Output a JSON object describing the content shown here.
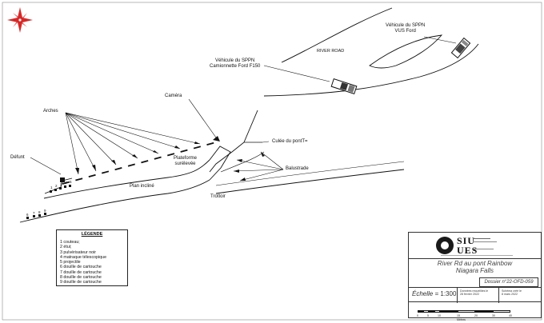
{
  "labels": {
    "suv_vehicle": [
      "Véhicule du SPPN",
      "VUS Ford"
    ],
    "road_name": "RIVER ROAD",
    "pickup_vehicle": [
      "Véhicule du SPPN",
      "Camionnette Ford F150"
    ],
    "camera": "Caméra",
    "arches": "Arches",
    "culee": "Culée du pont",
    "culee_mark": "T=",
    "defunt": "Défunt",
    "plateforme": [
      "Plateforme",
      "surélevée"
    ],
    "balustrade": "Balustrade",
    "plan_incline": "Plan incliné",
    "trottoir": "Trottoir"
  },
  "evidence_markers": [
    "1",
    "2",
    "3",
    "4",
    "5",
    "6",
    "7",
    "8",
    "9"
  ],
  "legend": {
    "title": "LÉGENDE",
    "items": [
      "1 couteau;",
      "2 étui;",
      "3 pulvérisateur noir",
      "4 matraque télescopique",
      "5 projectile",
      "6 douille de cartouche",
      "7 douille de cartouche",
      "8 douille de cartouche",
      "9 douille de cartouche"
    ]
  },
  "title_block": {
    "logo_line1": "SIU",
    "logo_line2": "UES",
    "title_line1": "River Rd au pont Rainbow",
    "title_line2": "Niagara Falls",
    "dossier": "Dossier n°22-OFD-059",
    "echelle_label": "Échelle =",
    "echelle_value": "1:300",
    "cell1": [
      "Données recueillies le",
      "28 février 2022"
    ],
    "cell2": [
      "Schéma créé le",
      "8 mars 2022"
    ],
    "scale_ticks": [
      "0",
      "5",
      "10",
      "15",
      "20",
      "30",
      "40"
    ],
    "scale_unit": "Mètres"
  },
  "colors": {
    "compass": "#d62828",
    "line": "#111111"
  }
}
